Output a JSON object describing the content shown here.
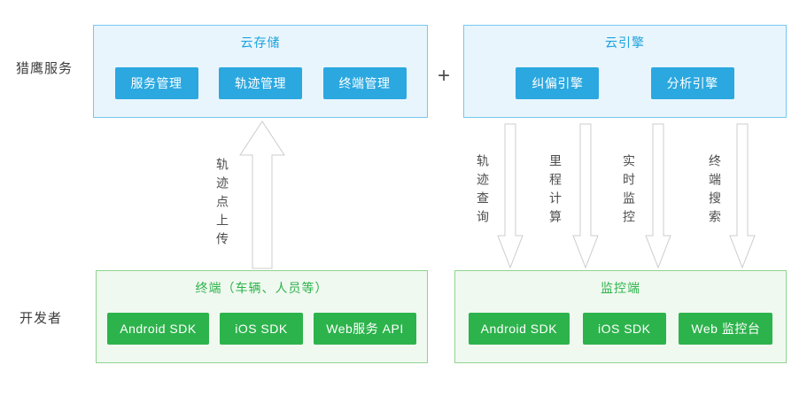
{
  "left_labels": {
    "services": "猎鹰服务",
    "developers": "开发者"
  },
  "plus": "+",
  "cloud_storage": {
    "title": "云存储",
    "buttons": [
      "服务管理",
      "轨迹管理",
      "终端管理"
    ]
  },
  "cloud_engine": {
    "title": "云引擎",
    "buttons": [
      "纠偏引擎",
      "分析引擎"
    ]
  },
  "terminal": {
    "title": "终端（车辆、人员等）",
    "buttons": [
      "Android SDK",
      "iOS SDK",
      "Web服务 API"
    ]
  },
  "monitor": {
    "title": "监控端",
    "buttons": [
      "Android SDK",
      "iOS SDK",
      "Web 监控台"
    ]
  },
  "up_flow": {
    "label": "轨迹点上传"
  },
  "down_flows": {
    "flow1": "轨迹查询",
    "flow2": "里程计算",
    "flow3": "实时监控",
    "flow4": "终端搜索"
  },
  "colors": {
    "blue_accent": "#2ba8e0",
    "green_accent": "#2db34c",
    "blue_panel_bg": "#e9f5fc",
    "green_panel_bg": "#f0f9f0"
  }
}
